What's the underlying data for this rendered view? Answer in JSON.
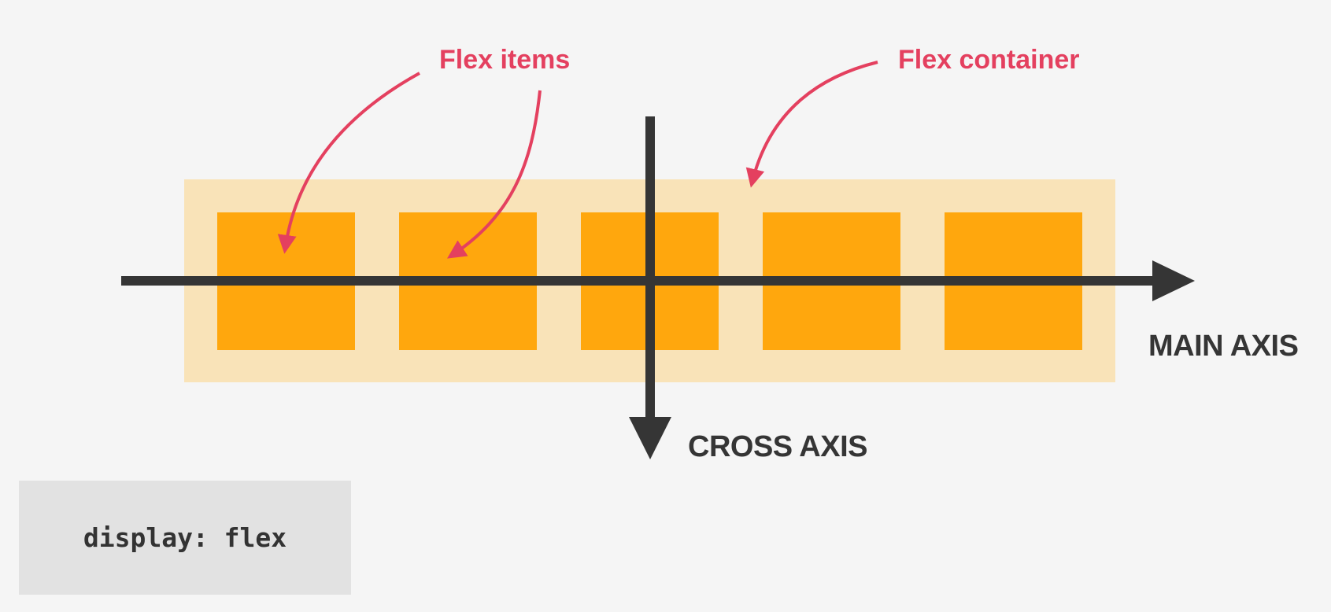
{
  "labels": {
    "flex_items": "Flex items",
    "flex_container": "Flex container",
    "main_axis": "MAIN AXIS",
    "cross_axis": "CROSS AXIS"
  },
  "code": {
    "text": "display: flex"
  },
  "flex_item_count": 5,
  "colors": {
    "background": "#f5f5f5",
    "container": "#f9e3b8",
    "item": "#ffa70d",
    "axis": "#353535",
    "annotation": "#e4405f",
    "code_box": "#e2e2e2",
    "code_text": "#333333"
  }
}
